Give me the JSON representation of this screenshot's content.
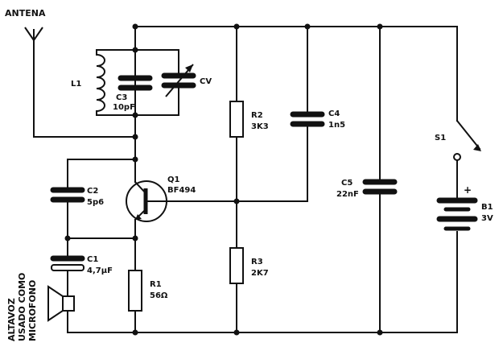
{
  "labels": {
    "antenna": "ANTENA",
    "l1": "L1",
    "c3_name": "C3",
    "c3_value": "10pF",
    "cv": "CV",
    "c2_name": "C2",
    "c2_value": "5p6",
    "c1_name": "C1",
    "c1_value": "4,7µF",
    "q1_name": "Q1",
    "q1_value": "BF494",
    "r1_name": "R1",
    "r1_value": "56Ω",
    "r2_name": "R2",
    "r2_value": "3K3",
    "r3_name": "R3",
    "r3_value": "2K7",
    "c4_name": "C4",
    "c4_value": "1n5",
    "c5_name": "C5",
    "c5_value": "22nF",
    "s1": "S1",
    "b1_plus": "+",
    "b1_name": "B1",
    "b1_value": "3V",
    "speaker_line1": "ALTAVOZ",
    "speaker_line2": "USADO COMO",
    "speaker_line3": "MICROFONO"
  }
}
